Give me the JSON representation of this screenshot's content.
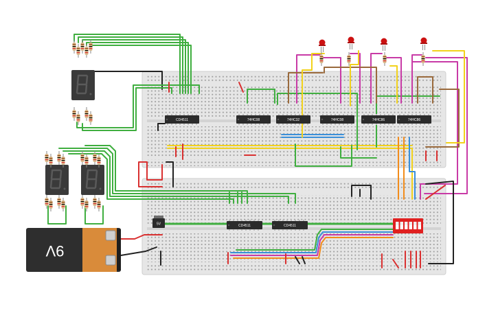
{
  "chips_top": [
    "CD4511",
    "74HC08",
    "74HC32",
    "74HC08",
    "74HC86",
    "74HC86"
  ],
  "chips_bottom": [
    "CD4511",
    "CD4511"
  ],
  "regulator_label": "5V",
  "battery_label": "9V",
  "dip_switch_positions": 6,
  "leds": 4,
  "seven_segment_displays": 3,
  "colors": {
    "breadboard": "#e8e8e8",
    "wire_green": "#3fae3f",
    "wire_yellow": "#f2d21b",
    "wire_magenta": "#c83aa6",
    "wire_brown": "#9a6a3c",
    "wire_red": "#d93030",
    "wire_blue": "#3a8fd9",
    "wire_orange": "#f28c1b",
    "wire_black": "#222222",
    "chip": "#2b2b2b",
    "battery_body": "#2e2e2e",
    "battery_cap": "#d98b3a",
    "dip_switch": "#e02020",
    "led": "#cc1111"
  }
}
